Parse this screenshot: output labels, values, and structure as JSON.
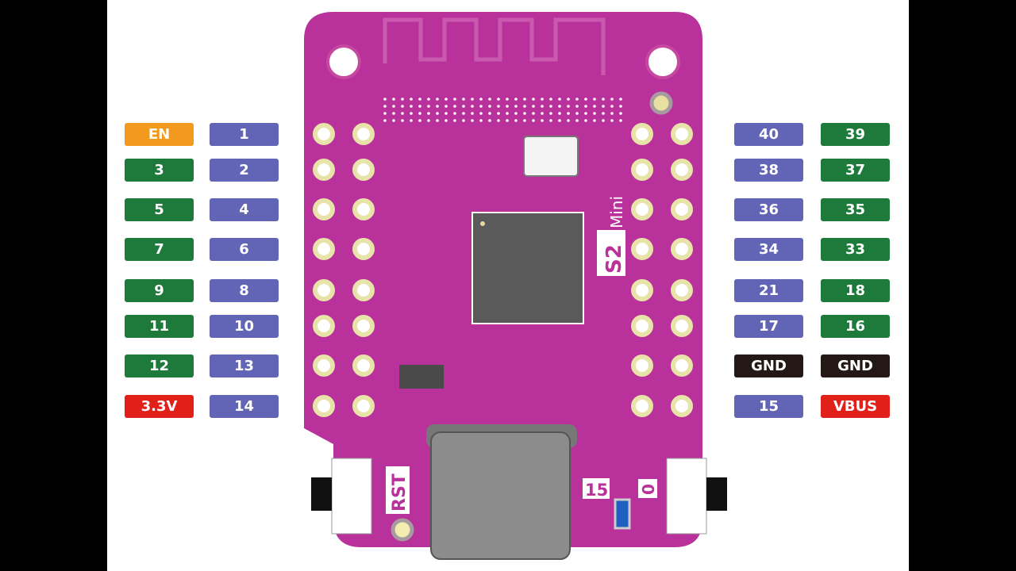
{
  "colors": {
    "board": "#b9319b",
    "gpio": "#6264b6",
    "gpio_alt": "#1d7a3b",
    "enable": "#f39a1e",
    "power": "#e1201a",
    "ground": "#231815"
  },
  "board": {
    "name": "S2 Mini",
    "name_main": "S2",
    "name_sub": "Mini",
    "reset_label": "RST",
    "button_left_label": "15",
    "button_right_label": "0"
  },
  "left_header": [
    {
      "outer": {
        "text": "EN",
        "kind": "enable"
      },
      "inner": {
        "text": "1",
        "kind": "gpio"
      }
    },
    {
      "outer": {
        "text": "3",
        "kind": "gpio_alt"
      },
      "inner": {
        "text": "2",
        "kind": "gpio"
      }
    },
    {
      "outer": {
        "text": "5",
        "kind": "gpio_alt"
      },
      "inner": {
        "text": "4",
        "kind": "gpio"
      }
    },
    {
      "outer": {
        "text": "7",
        "kind": "gpio_alt"
      },
      "inner": {
        "text": "6",
        "kind": "gpio"
      }
    },
    {
      "outer": {
        "text": "9",
        "kind": "gpio_alt"
      },
      "inner": {
        "text": "8",
        "kind": "gpio"
      }
    },
    {
      "outer": {
        "text": "11",
        "kind": "gpio_alt"
      },
      "inner": {
        "text": "10",
        "kind": "gpio"
      }
    },
    {
      "outer": {
        "text": "12",
        "kind": "gpio_alt"
      },
      "inner": {
        "text": "13",
        "kind": "gpio"
      }
    },
    {
      "outer": {
        "text": "3.3V",
        "kind": "power"
      },
      "inner": {
        "text": "14",
        "kind": "gpio"
      }
    }
  ],
  "right_header": [
    {
      "inner": {
        "text": "40",
        "kind": "gpio"
      },
      "outer": {
        "text": "39",
        "kind": "gpio_alt"
      }
    },
    {
      "inner": {
        "text": "38",
        "kind": "gpio"
      },
      "outer": {
        "text": "37",
        "kind": "gpio_alt"
      }
    },
    {
      "inner": {
        "text": "36",
        "kind": "gpio"
      },
      "outer": {
        "text": "35",
        "kind": "gpio_alt"
      }
    },
    {
      "inner": {
        "text": "34",
        "kind": "gpio"
      },
      "outer": {
        "text": "33",
        "kind": "gpio_alt"
      }
    },
    {
      "inner": {
        "text": "21",
        "kind": "gpio"
      },
      "outer": {
        "text": "18",
        "kind": "gpio_alt"
      }
    },
    {
      "inner": {
        "text": "17",
        "kind": "gpio"
      },
      "outer": {
        "text": "16",
        "kind": "gpio_alt"
      }
    },
    {
      "inner": {
        "text": "GND",
        "kind": "ground"
      },
      "outer": {
        "text": "GND",
        "kind": "ground"
      }
    },
    {
      "inner": {
        "text": "15",
        "kind": "gpio"
      },
      "outer": {
        "text": "VBUS",
        "kind": "power"
      }
    }
  ]
}
